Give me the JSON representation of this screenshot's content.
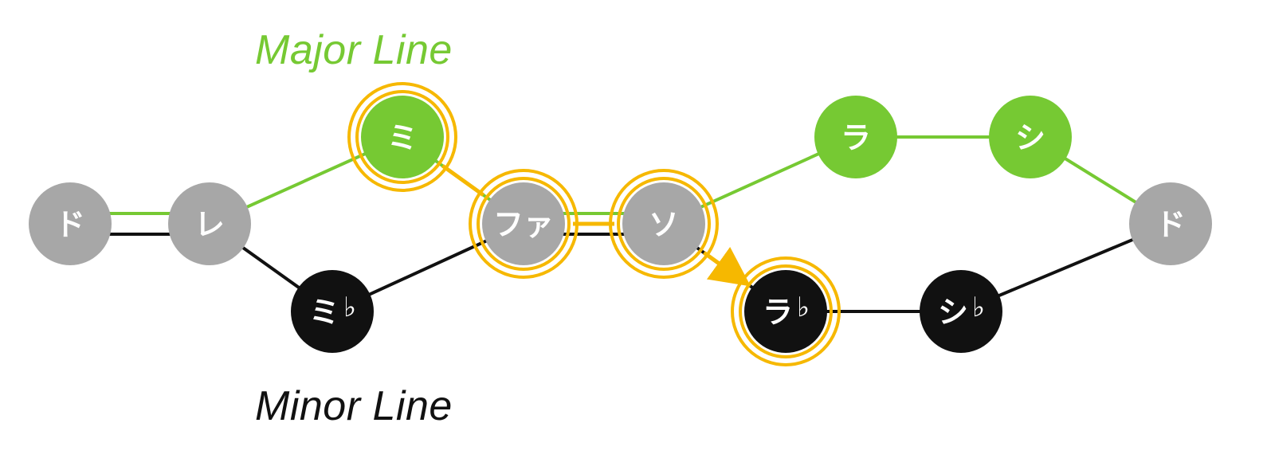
{
  "titles": {
    "major": "Major Line",
    "minor": "Minor Line"
  },
  "colors": {
    "major": "#76c933",
    "minor": "#111111",
    "shared": "#a7a7a7",
    "highlight": "#f6b800"
  },
  "notes": [
    {
      "id": "do1",
      "label": "ド",
      "flat": "",
      "group": "shared",
      "highlight": false
    },
    {
      "id": "re",
      "label": "レ",
      "flat": "",
      "group": "shared",
      "highlight": false
    },
    {
      "id": "mi",
      "label": "ミ",
      "flat": "",
      "group": "major",
      "highlight": true
    },
    {
      "id": "mib",
      "label": "ミ",
      "flat": "♭",
      "group": "minor",
      "highlight": false
    },
    {
      "id": "fa",
      "label": "ファ",
      "flat": "",
      "group": "shared",
      "highlight": true
    },
    {
      "id": "so",
      "label": "ソ",
      "flat": "",
      "group": "shared",
      "highlight": true
    },
    {
      "id": "la",
      "label": "ラ",
      "flat": "",
      "group": "major",
      "highlight": false
    },
    {
      "id": "lab",
      "label": "ラ",
      "flat": "♭",
      "group": "minor",
      "highlight": true
    },
    {
      "id": "si",
      "label": "シ",
      "flat": "",
      "group": "major",
      "highlight": false
    },
    {
      "id": "sib",
      "label": "シ",
      "flat": "♭",
      "group": "minor",
      "highlight": false
    },
    {
      "id": "do2",
      "label": "ド",
      "flat": "",
      "group": "shared",
      "highlight": false
    }
  ],
  "major_path": [
    "do1",
    "re",
    "mi",
    "fa",
    "so",
    "la",
    "si",
    "do2"
  ],
  "minor_path": [
    "do1",
    "re",
    "mib",
    "fa",
    "so",
    "lab",
    "sib",
    "do2"
  ],
  "highlight_path": [
    "mi",
    "fa",
    "so",
    "lab"
  ]
}
